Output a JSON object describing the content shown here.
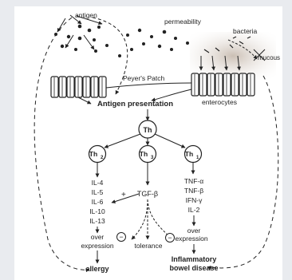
{
  "colors": {
    "background": "#e9ebef",
    "paper": "#ffffff",
    "ink": "#222222",
    "shade": "#cfc7bf"
  },
  "labels": {
    "antigen": "antigen",
    "permeability": "permeability",
    "bacteria": "bacteria",
    "mucous": "mucous",
    "peyers_patch": "Peyer's Patch",
    "antigen_presentation": "Antigen presentation",
    "enterocytes": "enterocytes",
    "th": "Th",
    "th2": "Th",
    "th2_sub": "2",
    "th3": "Th",
    "th3_sub": "3",
    "th1": "Th",
    "th1_sub": "1",
    "th2_cytokines": [
      "IL-4",
      "IL-5",
      "IL-6",
      "IL-10",
      "IL-13"
    ],
    "plus": "+",
    "tgf": "TGF-β",
    "th1_cytokines": [
      "TNF-α",
      "TNF-β",
      "IFN-γ",
      "IL-2"
    ],
    "over_left": "over",
    "expression_left": "expression",
    "minus_left": "−",
    "tolerance": "tolerance",
    "minus_right": "−",
    "over_right": "over",
    "expression_right": "expression",
    "allergy": "allergy",
    "ibd_line1": "Inflammatory",
    "ibd_line2": "bowel disease"
  }
}
